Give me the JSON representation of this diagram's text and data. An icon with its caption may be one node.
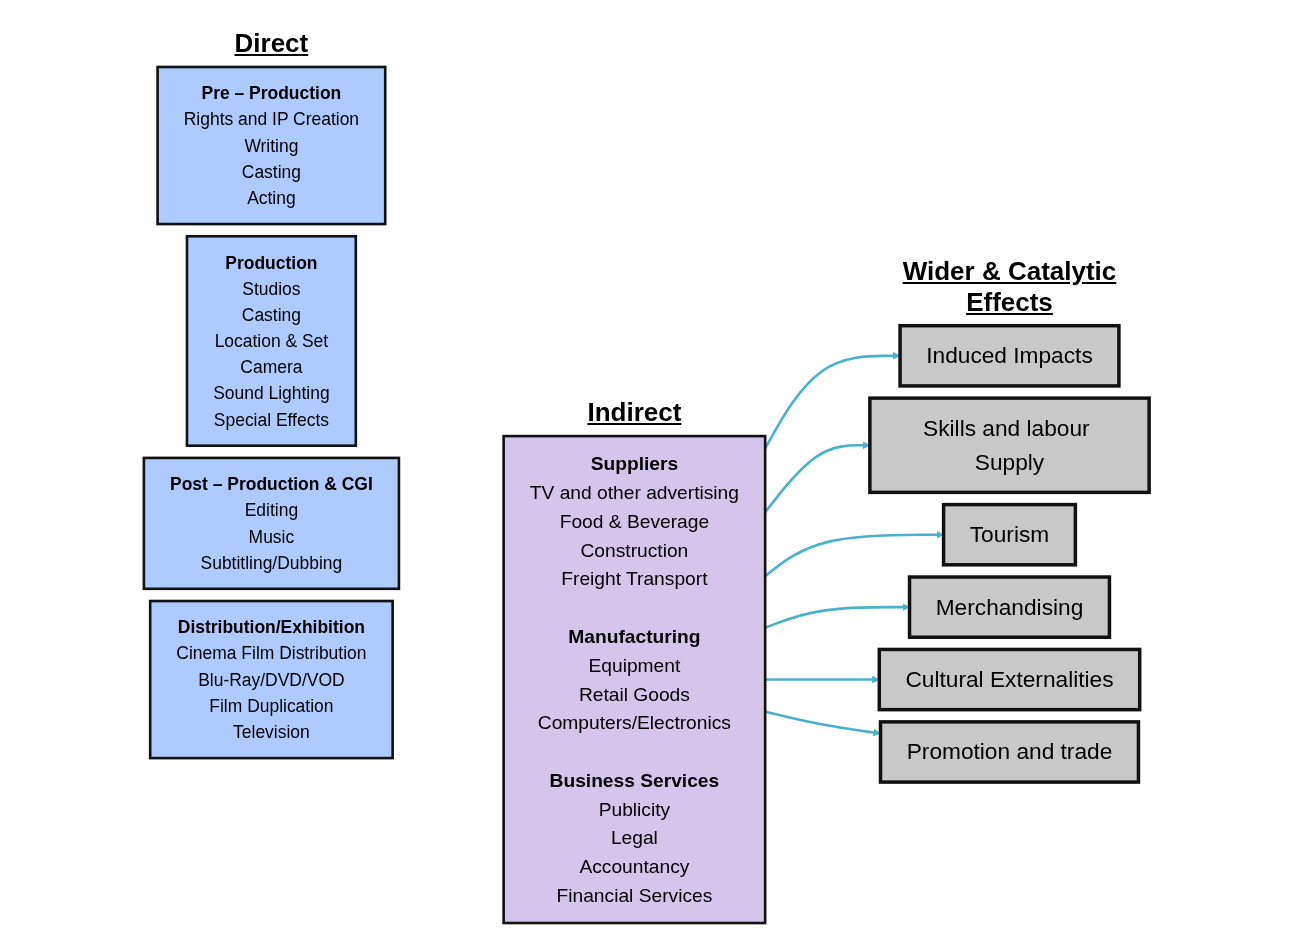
{
  "diagram": {
    "nodes": [
      {
        "text": [
          "Pre – Production",
          "Rights and IP Creation",
          "Writing",
          "Casting",
          "Acting"
        ]
      },
      {
        "text": [
          "Production",
          "Studios",
          "Casting",
          "Location & Set",
          "Camera",
          "Sound Lighting",
          "Special Effects"
        ]
      },
      {
        "text": [
          "Post – Production & CGI",
          "Editing",
          "Music",
          "Subtitling/Dubbing"
        ]
      },
      {
        "text": [
          "Distribution/Exhibition",
          "Cinema Film Distribution",
          "Blu-Ray/DVD/VOD",
          "Film Duplication",
          "Television"
        ]
      },
      {
        "text": [
          "Suppliers",
          "TV and other advertising",
          "Food & Beverage",
          "Construction",
          "Freight Transport",
          "Manufacturing",
          "Equipment",
          "Retail Goods",
          "Computers/Electronics",
          "Business Services",
          "Publicity",
          "Legal",
          "Accountancy",
          "Financial Services"
        ]
      },
      {
        "text": [
          "Induced Impacts"
        ]
      },
      {
        "text": [
          "Skills and labour Supply"
        ]
      },
      {
        "text": [
          "Tourism"
        ]
      },
      {
        "text": [
          "Merchandising"
        ]
      },
      {
        "text": [
          "Cultural Externalities"
        ]
      },
      {
        "text": [
          "Promotion and trade"
        ]
      }
    ],
    "edges": [
      {
        "from": 4,
        "to": 5,
        "arrow": "to"
      },
      {
        "from": 4,
        "to": 6,
        "arrow": "to"
      },
      {
        "from": 4,
        "to": 7,
        "arrow": "to"
      },
      {
        "from": 4,
        "to": 8,
        "arrow": "to"
      },
      {
        "from": 4,
        "to": 9,
        "arrow": "to"
      },
      {
        "from": 4,
        "to": 10,
        "arrow": "to"
      }
    ],
    "labels": [
      "Direct",
      "Wider & Catalytic Effects",
      "Indirect"
    ]
  }
}
